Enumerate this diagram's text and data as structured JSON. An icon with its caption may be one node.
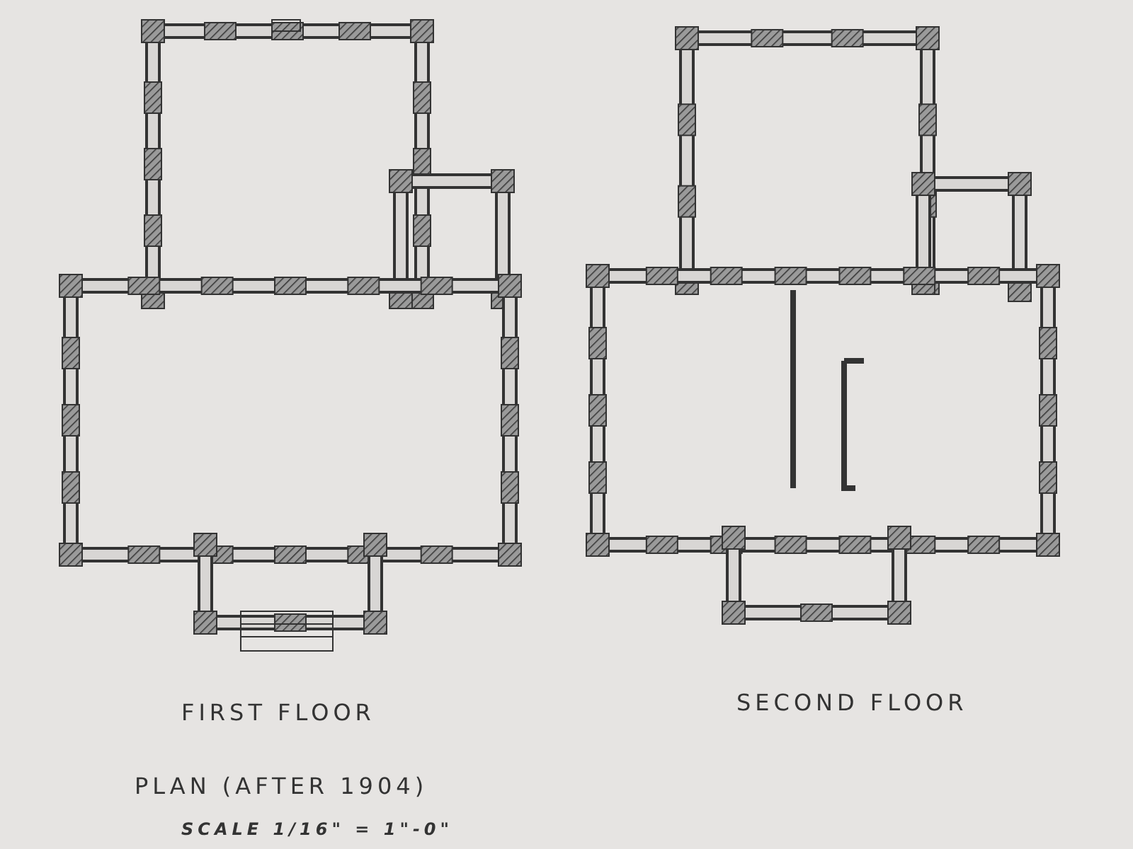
{
  "diagram": {
    "labels": [
      "FIRST FLOOR",
      "SECOND FLOOR",
      "PLAN (AFTER 1904)",
      "SCALE 1/16\" = 1\"-0\""
    ]
  }
}
